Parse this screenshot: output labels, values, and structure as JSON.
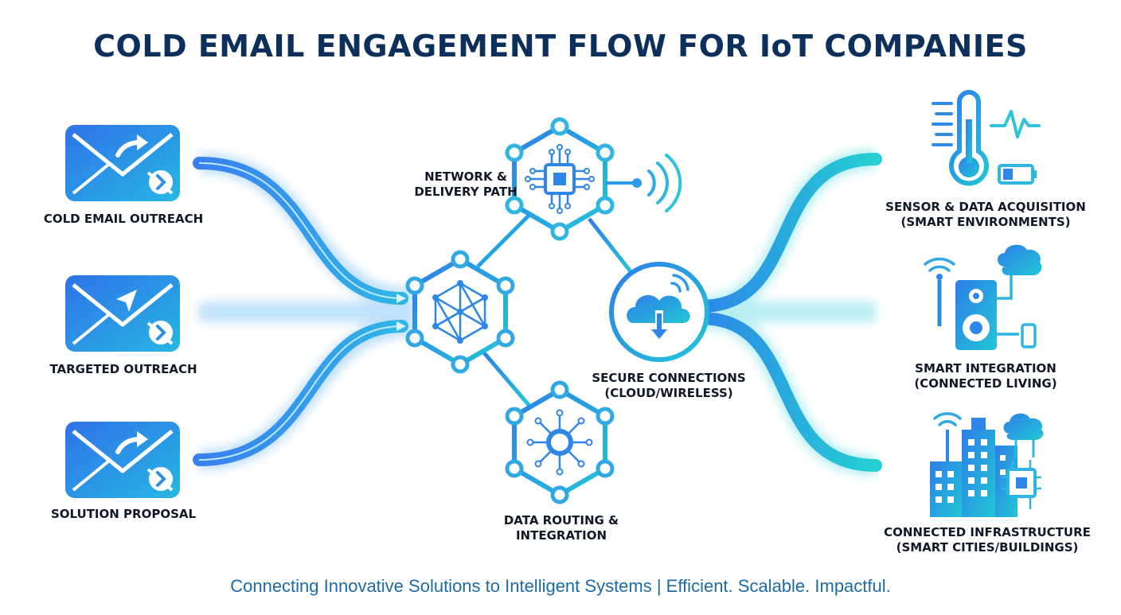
{
  "title": "COLD EMAIL ENGAGEMENT FLOW FOR IoT COMPANIES",
  "inputs": [
    {
      "label": "COLD EMAIL OUTREACH",
      "icon": "email-forward-icon"
    },
    {
      "label": "TARGETED OUTREACH",
      "icon": "email-send-icon"
    },
    {
      "label": "SOLUTION PROPOSAL",
      "icon": "email-forward-icon"
    }
  ],
  "hub": {
    "network": {
      "line1": "NETWORK &",
      "line2": "DELIVERY PATH",
      "icon": "chip-icon"
    },
    "mesh": {
      "icon": "mesh-network-icon"
    },
    "routing": {
      "line1": "DATA ROUTING &",
      "line2": "INTEGRATION",
      "icon": "routing-hub-icon"
    },
    "cloud": {
      "line1": "SECURE CONNECTIONS",
      "line2": "(CLOUD/WIRELESS)",
      "icon": "cloud-download-icon"
    }
  },
  "outputs": [
    {
      "line1": "SENSOR & DATA ACQUISITION",
      "line2": "(SMART ENVIRONMENTS)",
      "icon": "thermometer-sensor-icon"
    },
    {
      "line1": "SMART INTEGRATION",
      "line2": "(CONNECTED LIVING)",
      "icon": "smart-speaker-icon"
    },
    {
      "line1": "CONNECTED INFRASTRUCTURE",
      "line2": "(SMART CITIES/BUILDINGS)",
      "icon": "smart-building-icon"
    }
  ],
  "tagline": "Connecting Innovative Solutions to Intelligent Systems | Efficient. Scalable. Impactful.",
  "colors": {
    "title": "#0d2f5c",
    "flow_start": "#2f7fe6",
    "flow_end": "#22c9d4",
    "tagline": "#1e6aa6"
  }
}
